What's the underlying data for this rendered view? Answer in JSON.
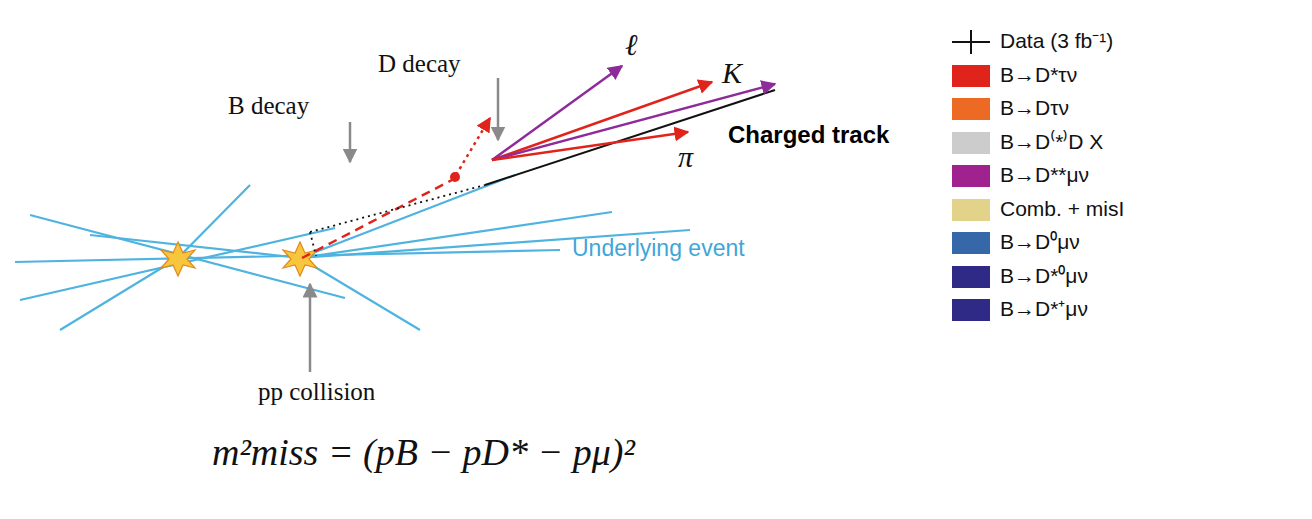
{
  "diagram": {
    "labels": [
      "B decay",
      "D decay",
      "ℓ",
      "K",
      "π",
      "Charged track",
      "Underlying event",
      "pp collision",
      "m²miss = (pB − pD* − pμ)²"
    ],
    "legend": [
      {
        "text": "Data (3 fb⁻¹)"
      },
      {
        "text": "B→D*τν",
        "color": "#e0241b"
      },
      {
        "text": "B→Dτν",
        "color": "#ec6a23"
      },
      {
        "text": "B→D⁽*⁾D X",
        "color": "#cccccc"
      },
      {
        "text": "B→D**μν",
        "color": "#a0228f"
      },
      {
        "text": "Comb. + misI",
        "color": "#e3d38a"
      },
      {
        "text": "B→D⁰μν",
        "color": "#3667a8"
      },
      {
        "text": "B→D*⁰μν",
        "color": "#2f2a85"
      },
      {
        "text": "B→D*⁺μν",
        "color": "#2f2a85"
      }
    ]
  }
}
